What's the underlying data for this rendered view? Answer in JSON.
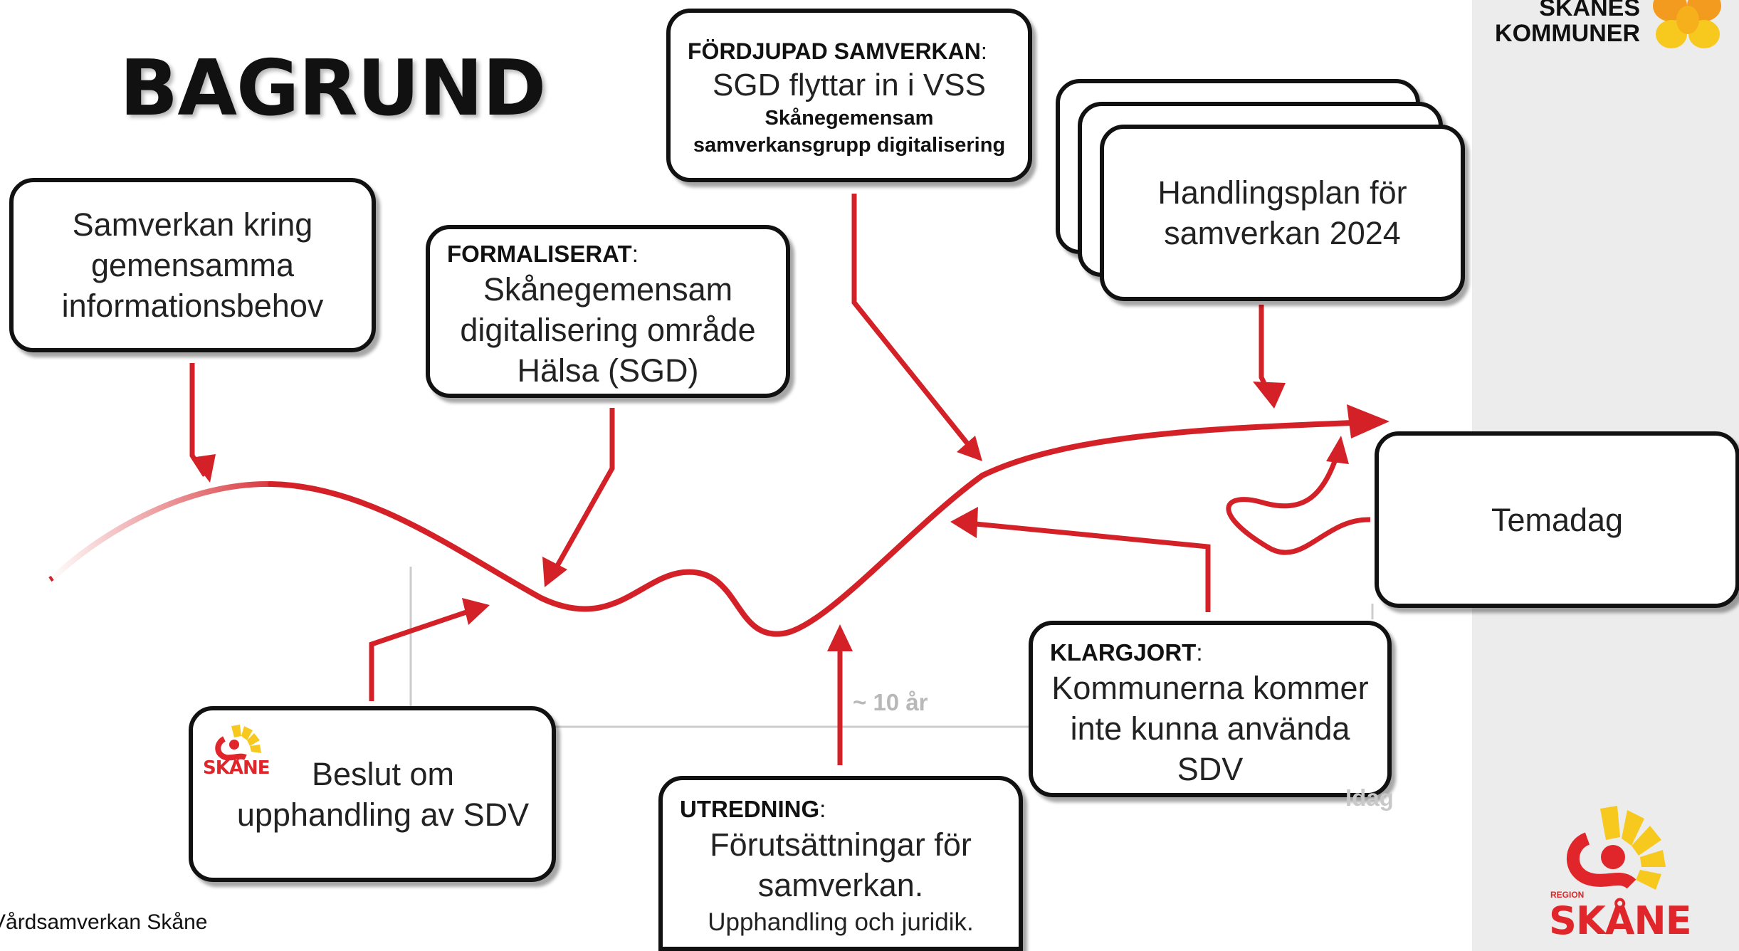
{
  "title": "BAGRUND",
  "colors": {
    "accent_red": "#d42027",
    "yellow": "#f7c81e",
    "orange": "#f39b1f"
  },
  "boxes": {
    "samverkan": {
      "text": "Samverkan kring gemensamma informationsbehov"
    },
    "formaliserat": {
      "label": "FORMALISERAT",
      "colon": ":",
      "text": "Skånegemensam digitalisering område Hälsa (SGD)"
    },
    "fordjupad": {
      "label": "FÖRDJUPAD SAMVERKAN",
      "colon": ":",
      "text": "SGD flyttar in i VSS",
      "sub": "Skånegemensam samverkansgrupp digitalisering"
    },
    "handlingsplan": {
      "text": "Handlingsplan för samverkan 2024"
    },
    "temadag": {
      "text": "Temadag"
    },
    "beslut": {
      "text": "Beslut om upphandling av SDV"
    },
    "utredning": {
      "label": "UTREDNING",
      "colon": ":",
      "text": "Förutsättningar för samverkan.",
      "note": "Upphandling och juridik."
    },
    "klargjort": {
      "label": "KLARGJORT",
      "colon": ":",
      "text": "Kommunerna kommer inte kunna använda SDV"
    }
  },
  "timeline": {
    "duration": "~ 10 år",
    "today": "Idag"
  },
  "footer": "Vårdsamverkan Skåne",
  "logos": {
    "skanes_kommuner_line1": "SKÅNES",
    "skanes_kommuner_line2": "KOMMUNER",
    "region_small": "REGION",
    "region_word": "SKÅNE"
  }
}
